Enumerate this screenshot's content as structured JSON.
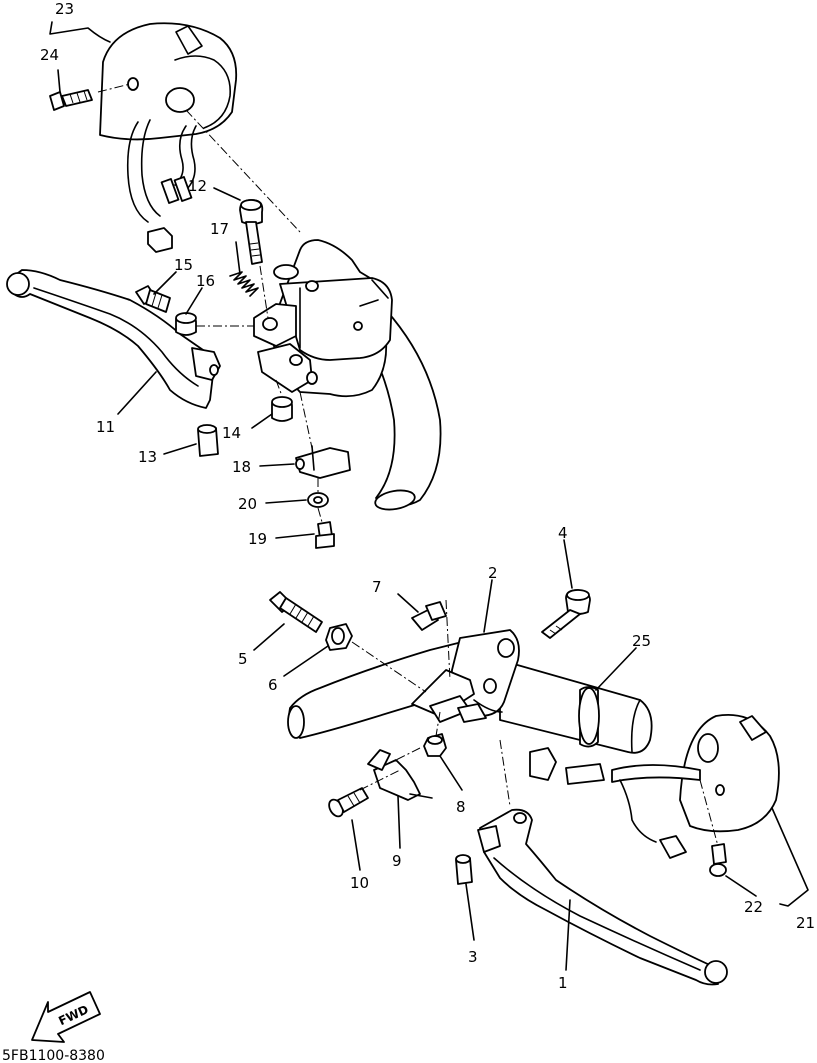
{
  "callouts": {
    "n1": "1",
    "n2": "2",
    "n3": "3",
    "n4": "4",
    "n5": "5",
    "n6": "6",
    "n7": "7",
    "n8": "8",
    "n9": "9",
    "n10": "10",
    "n11": "11",
    "n12": "12",
    "n13": "13",
    "n14": "14",
    "n15": "15",
    "n16": "16",
    "n17": "17",
    "n18": "18",
    "n19": "19",
    "n20": "20",
    "n21": "21",
    "n22": "22",
    "n23": "23",
    "n24": "24",
    "n25": "25"
  },
  "direction_arrow": {
    "label": "FWD"
  },
  "diagram_code": "5FB1100-8380"
}
